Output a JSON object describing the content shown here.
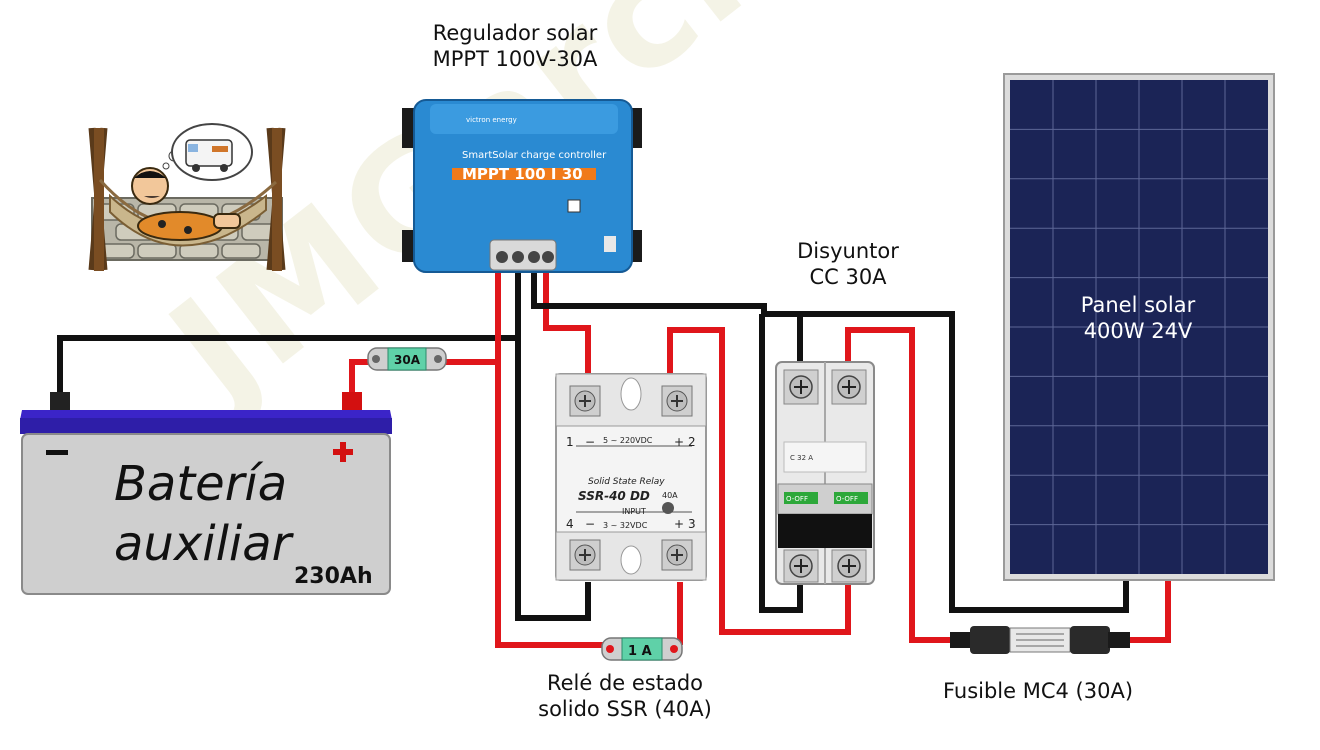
{
  "labels": {
    "controller_line1": "Regulador solar",
    "controller_line2": "MPPT 100V-30A",
    "breaker_line1": "Disyuntor",
    "breaker_line2": "CC 30A",
    "panel_line1": "Panel solar",
    "panel_line2": "400W 24V",
    "relay_line1": "Relé de estado",
    "relay_line2": "solido SSR (40A)",
    "mc4_fuse": "Fusible MC4 (30A)"
  },
  "battery": {
    "line1": "Batería",
    "line2": "auxiliar",
    "capacity": "230Ah",
    "minus": "−",
    "plus": "+"
  },
  "fuses": {
    "battery_fuse": "30A",
    "relay_fuse": "1 A"
  },
  "controller": {
    "brand": "victron energy",
    "product": "SmartSolar charge controller",
    "model": "MPPT 100 I 30"
  },
  "relay": {
    "voltage_out": "5 ~ 220VDC",
    "title": "Solid State Relay",
    "model": "SSR-40 DD",
    "current": "40A",
    "input": "INPUT",
    "voltage_in": "3 ~ 32VDC",
    "t1": "1",
    "t2": "2",
    "t3": "3",
    "t4": "4",
    "minus": "−",
    "plus": "+"
  },
  "breaker": {
    "model": "C 32 A",
    "off_left": "O-OFF",
    "off_right": "O-OFF"
  },
  "watermark": "JMGarciaM",
  "colors": {
    "wire_red": "#e0161b",
    "wire_black": "#111111",
    "controller_blue": "#2a8ad2",
    "panel_cell": "#1b2456",
    "battery_top": "#3b24c8",
    "fuse_green": "#5fd1a8",
    "breaker_green": "#2da83a"
  }
}
